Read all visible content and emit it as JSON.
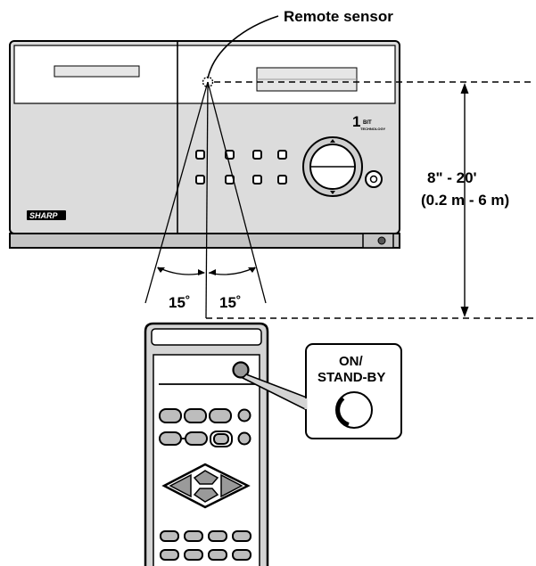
{
  "labels": {
    "remote_sensor": "Remote sensor",
    "distance_imperial": "8\" - 20'",
    "distance_metric": "(0.2 m - 6 m)",
    "angle_left": "15˚",
    "angle_right": "15˚",
    "on_standby_line1": "ON/",
    "on_standby_line2": "STAND-BY",
    "brand": "SHARP",
    "logo_number": "1",
    "logo_word": "BIT",
    "logo_sub": "TECHNOLOGY"
  },
  "colors": {
    "ink": "#000000",
    "panel": "#d9d9d9",
    "panel_dark": "#bdbdbd",
    "background": "#ffffff"
  }
}
